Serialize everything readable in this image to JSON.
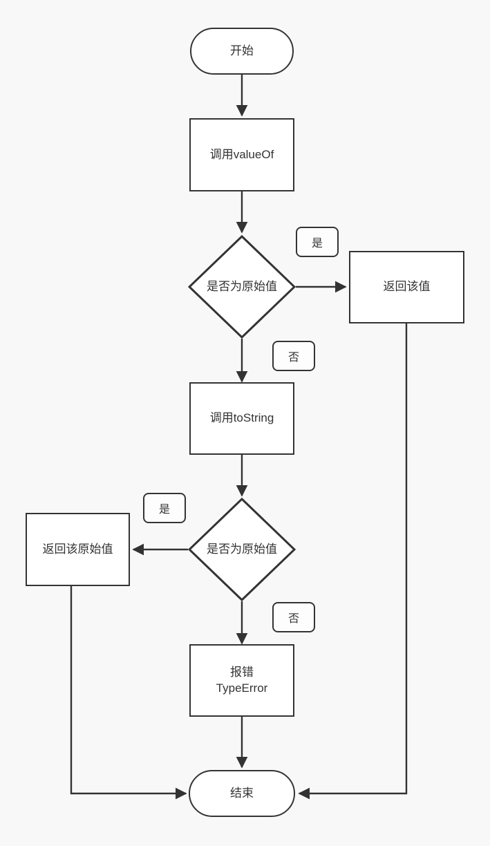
{
  "diagram": {
    "title": "ToPrimitive flowchart",
    "background_color": "#f8f8f8",
    "stroke_color": "#333333",
    "node_fill": "#ffffff"
  },
  "nodes": {
    "start": {
      "label": "开始",
      "shape": "terminator"
    },
    "call_valueof": {
      "label": "调用valueOf",
      "shape": "process"
    },
    "decision_primitive_1": {
      "label": "是否为原始值",
      "shape": "decision"
    },
    "return_value": {
      "label": "返回该值",
      "shape": "process"
    },
    "call_tostring": {
      "label": "调用toString",
      "shape": "process"
    },
    "decision_primitive_2": {
      "label": "是否为原始值",
      "shape": "decision"
    },
    "return_primitive_value": {
      "label": "返回该原始值",
      "shape": "process"
    },
    "throw_error": {
      "label_line1": "报错",
      "label_line2": "TypeError",
      "shape": "process"
    },
    "end": {
      "label": "结束",
      "shape": "terminator"
    }
  },
  "edge_labels": {
    "yes_1": "是",
    "no_1": "否",
    "yes_2": "是",
    "no_2": "否"
  }
}
